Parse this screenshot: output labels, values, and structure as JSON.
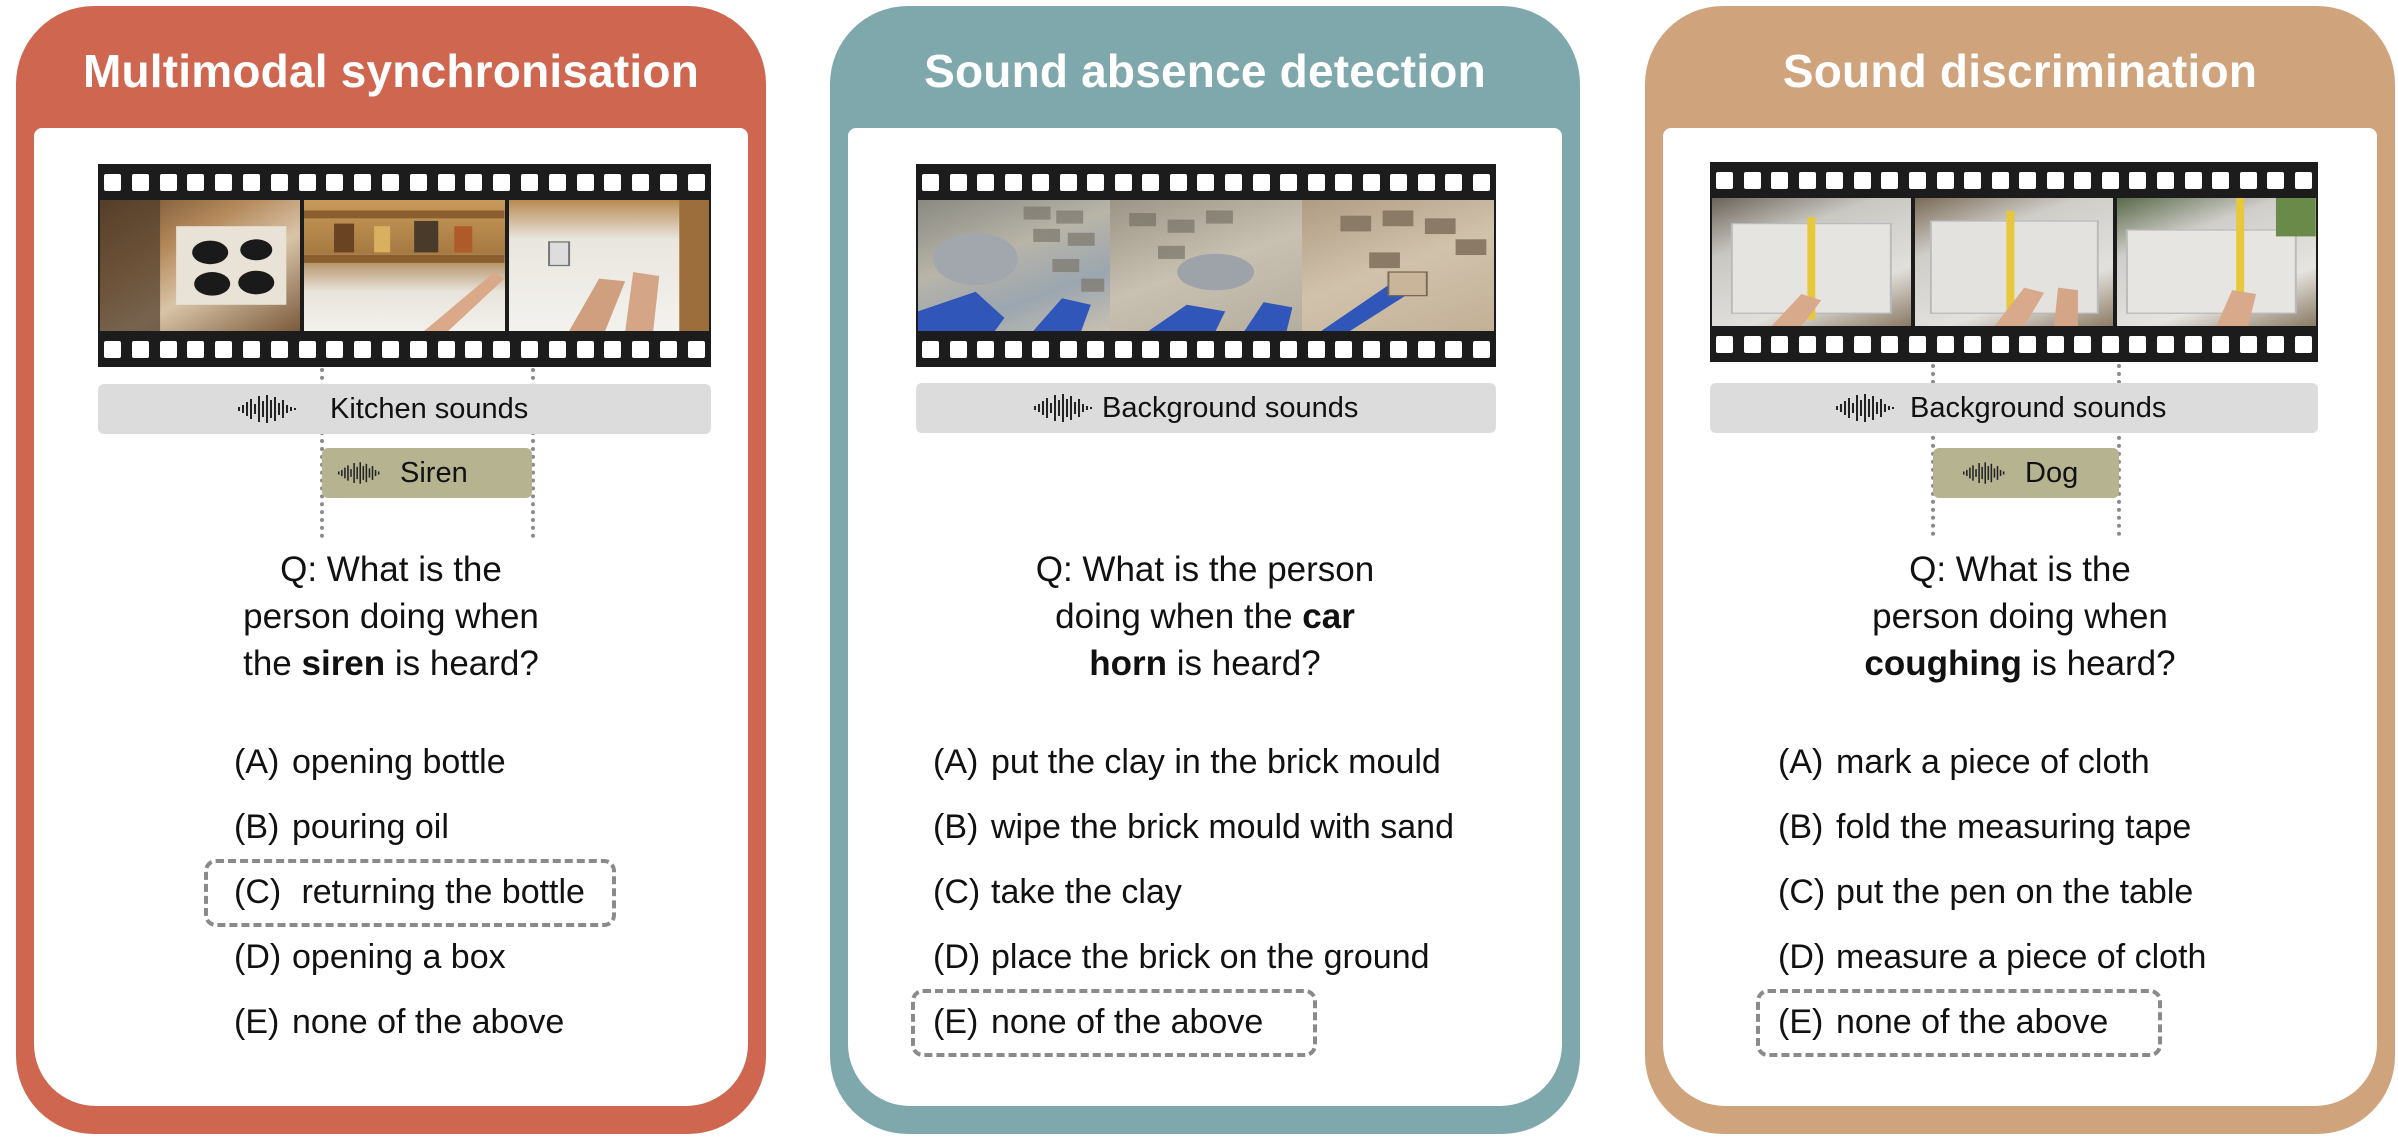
{
  "colors": {
    "sync": "#cf6650",
    "absence": "#7fa8ad",
    "discrimination": "#cfa37c",
    "event_box": "#b6b390",
    "sound_bar": "#dcdcdc"
  },
  "panels": [
    {
      "title": "Multimodal synchronisation",
      "background_sound": "Kitchen sounds",
      "event_sound": "Siren",
      "question": {
        "line1": "Q: What is the",
        "line2": "person doing when",
        "line3_pre": "the ",
        "keyword": "siren",
        "line3_post": " is heard?"
      },
      "options": [
        {
          "letter": "(A)",
          "text": "opening bottle"
        },
        {
          "letter": "(B)",
          "text": "pouring oil"
        },
        {
          "letter": "(C)",
          "text": " returning the bottle"
        },
        {
          "letter": "(D)",
          "text": "opening a box"
        },
        {
          "letter": "(E)",
          "text": "none of the above"
        }
      ],
      "selected": "(C)"
    },
    {
      "title": "Sound absence detection",
      "background_sound": "Background sounds",
      "question": {
        "line1": "Q: What is the person",
        "line2_pre": "doing when the ",
        "keyword_a": "car",
        "keyword_b": "horn",
        "line3_post": " is heard?"
      },
      "options": [
        {
          "letter": "(A)",
          "text": "put the clay in the brick mould"
        },
        {
          "letter": "(B)",
          "text": "wipe the brick mould with sand"
        },
        {
          "letter": "(C)",
          "text": "take the clay"
        },
        {
          "letter": "(D)",
          "text": "place the brick on the ground"
        },
        {
          "letter": "(E)",
          "text": "none of the above"
        }
      ],
      "selected": "(E)"
    },
    {
      "title": "Sound discrimination",
      "background_sound": "Background sounds",
      "event_sound": "Dog",
      "question": {
        "line1": "Q: What is the",
        "line2": "person doing when",
        "keyword": "coughing",
        "line3_post": " is heard?"
      },
      "options": [
        {
          "letter": "(A)",
          "text": "mark a piece of cloth"
        },
        {
          "letter": "(B)",
          "text": "fold the measuring tape"
        },
        {
          "letter": "(C)",
          "text": "put the pen on the table"
        },
        {
          "letter": "(D)",
          "text": "measure a piece of cloth"
        },
        {
          "letter": "(E)",
          "text": "none of the above"
        }
      ],
      "selected": "(E)"
    }
  ]
}
